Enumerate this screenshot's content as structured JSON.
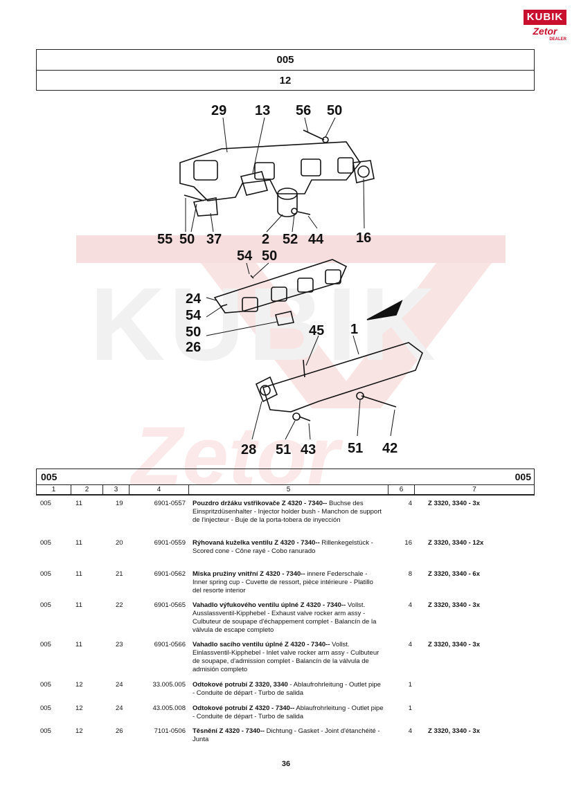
{
  "logo": {
    "top": "KUBIK",
    "bottom": "Zetor",
    "sub": "DEALER"
  },
  "header": {
    "group": "005",
    "subgroup": "12"
  },
  "diagram": {
    "callouts": [
      "29",
      "13",
      "56",
      "50",
      "55",
      "50",
      "37",
      "2",
      "52",
      "44",
      "16",
      "54",
      "50",
      "24",
      "54",
      "50",
      "26",
      "45",
      "1",
      "28",
      "51",
      "43",
      "51",
      "42"
    ]
  },
  "table": {
    "title_left": "005",
    "title_right": "005",
    "columns": [
      "1",
      "2",
      "3",
      "4",
      "5",
      "6",
      "7"
    ],
    "rows": [
      {
        "c1": "005",
        "c2": "11",
        "c3": "19",
        "c4": "6901-0557",
        "c5_bold": "Pouzdro držáku vstřikovače Z 4320 - 7340--",
        "c5_rest": " Buchse des Einspritzdüsenhalter - Injector holder bush - Manchon  de support de l'injecteur - Buje de la porta-tobera de inyección",
        "c6": "4",
        "c7": "Z 3320, 3340 - 3x"
      },
      {
        "c1": "005",
        "c2": "11",
        "c3": "20",
        "c4": "6901-0559",
        "c5_bold": "Rýhovaná kuželka ventilu Z 4320 - 7340--",
        "c5_rest": " Rillenkegelstück - Scored cone - Cône rayé - Cobo ranurado",
        "c6": "16",
        "c7": "Z 3320, 3340 - 12x"
      },
      {
        "c1": "005",
        "c2": "11",
        "c3": "21",
        "c4": "6901-0562",
        "c5_bold": "Miska pružiny vnitřní Z 4320 - 7340--",
        "c5_rest": " innere Federschale - Inner spring cup - Cuvette de ressort, pièce intérieure - Platillo del resorte interior",
        "c6": "8",
        "c7": "Z 3320, 3340 - 6x"
      },
      {
        "c1": "005",
        "c2": "11",
        "c3": "22",
        "c4": "6901-0565",
        "c5_bold": "Vahadlo výfukového ventilu úplné Z 4320 - 7340--",
        "c5_rest": " Vollst. Ausslassventil-Kipphebel - Exhaust valve rocker arm assy - Culbuteur de soupape d'échappement complet - Balancín de la válvula de escape completo",
        "c6": "4",
        "c7": "Z 3320, 3340 - 3x"
      },
      {
        "c1": "005",
        "c2": "11",
        "c3": "23",
        "c4": "6901-0566",
        "c5_bold": "Vahadlo sacího ventilu úplné Z 4320 - 7340--",
        "c5_rest": " Vollst. Einlassventil-Kipphebel - Inlet  valve rocker arm assy - Culbuteur de soupape, d'admission complet - Balancín de la válvula de admisión completo",
        "c6": "4",
        "c7": "Z 3320, 3340 - 3x"
      },
      {
        "c1": "005",
        "c2": "12",
        "c3": "24",
        "c4": "33.005.005",
        "c5_bold": "Odtokové potrubí Z 3320, 3340",
        "c5_rest": " - Ablaufrohrleitung - Outlet pipe - Conduite de départ - Turbo de salida",
        "c6": "1",
        "c7": ""
      },
      {
        "c1": "005",
        "c2": "12",
        "c3": "24",
        "c4": "43.005.008",
        "c5_bold": "Odtokové potrubí Z 4320 - 7340--",
        "c5_rest": " Ablaufrohrleitung - Outlet pipe - Conduite de départ - Turbo de salida",
        "c6": "1",
        "c7": ""
      },
      {
        "c1": "005",
        "c2": "12",
        "c3": "26",
        "c4": "7101-0506",
        "c5_bold": "Těsnění Z 4320 - 7340--",
        "c5_rest": " Dichtung - Gasket - Joint d'étanchéité - Junta",
        "c6": "4",
        "c7": "Z 3320, 3340 - 3x"
      }
    ]
  },
  "page_number": "36"
}
